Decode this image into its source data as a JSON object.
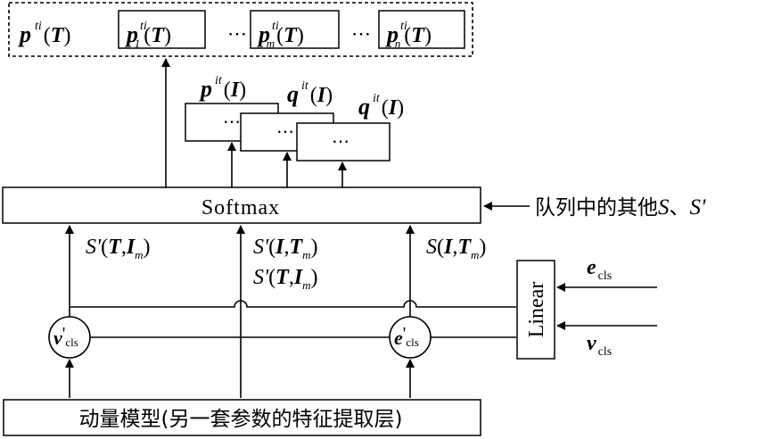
{
  "output_row": {
    "main": {
      "base": "p",
      "sup": "ti",
      "arg": "T"
    },
    "items": [
      {
        "base": "p",
        "sup": "ti",
        "sub": "1",
        "arg": "T"
      },
      {
        "base": "p",
        "sup": "ti",
        "sub": "m",
        "arg": "T"
      },
      {
        "base": "p",
        "sup": "ti",
        "sub": "n",
        "arg": "T"
      }
    ],
    "ellipsis": "⋯"
  },
  "prob_boxes": [
    {
      "base": "p",
      "sup": "it",
      "arg": "I",
      "content": "⋯"
    },
    {
      "base": "q",
      "sup": "it",
      "arg": "I",
      "content": "⋯"
    },
    {
      "base": "q",
      "sup": "it",
      "arg": "I",
      "content": "⋯"
    }
  ],
  "softmax": {
    "label": "Softmax"
  },
  "queue_note": {
    "text": "队列中的其他",
    "s": "S",
    "sep": "、",
    "s2": "S'"
  },
  "similarities": {
    "left": {
      "s": "S'",
      "a": "T",
      "b": "I",
      "b_sub": "m"
    },
    "mid1": {
      "s": "S'",
      "a": "I",
      "b": "T",
      "b_sub": "m"
    },
    "mid2": {
      "s": "S'",
      "a": "T",
      "b": "I",
      "b_sub": "m"
    },
    "right": {
      "s": "S",
      "a": "I",
      "b": "T",
      "b_sub": "m"
    }
  },
  "nodes": {
    "v_cls": {
      "base": "v",
      "prime": "'",
      "sub": "cls"
    },
    "e_cls": {
      "base": "e",
      "prime": "'",
      "sub": "cls"
    }
  },
  "linear": {
    "label": "Linear"
  },
  "inputs": {
    "e": {
      "base": "e",
      "sub": "cls"
    },
    "v": {
      "base": "v",
      "sub": "cls"
    }
  },
  "momentum": {
    "label": "动量模型(另一套参数的特征提取层)"
  }
}
